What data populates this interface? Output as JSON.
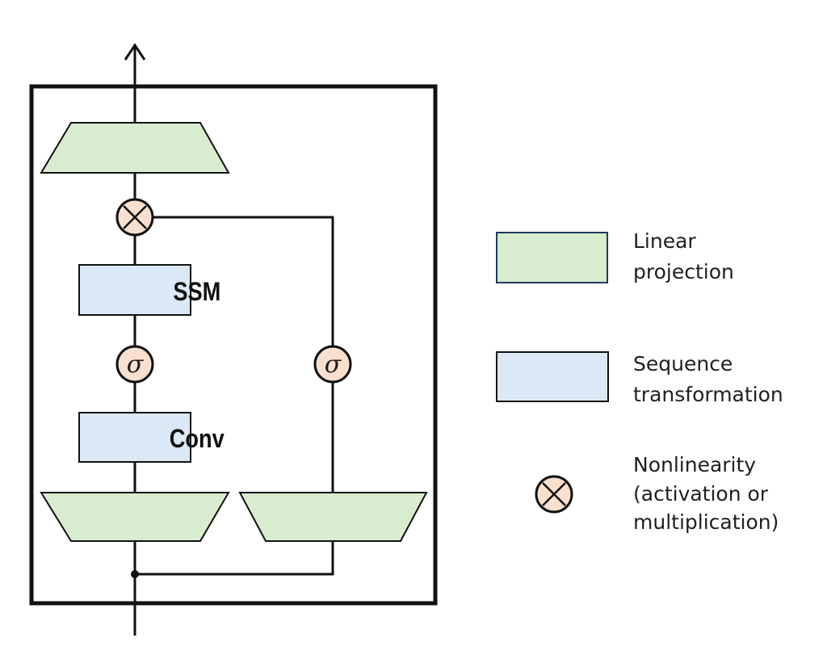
{
  "blocks": {
    "ssm_label": "SSM",
    "conv_label": "Conv",
    "sigma_symbol": "σ"
  },
  "legend": {
    "linear_projection": [
      "Linear",
      "projection"
    ],
    "sequence_transformation": [
      "Sequence",
      "transformation"
    ],
    "nonlinearity": [
      "Nonlinearity",
      "(activation or",
      "multiplication)"
    ]
  },
  "colors": {
    "projection_fill": "#d8edcf",
    "sequence_fill": "#dbe9f6",
    "nonlinearity_fill": "#f9dfcd",
    "line": "#111111"
  }
}
